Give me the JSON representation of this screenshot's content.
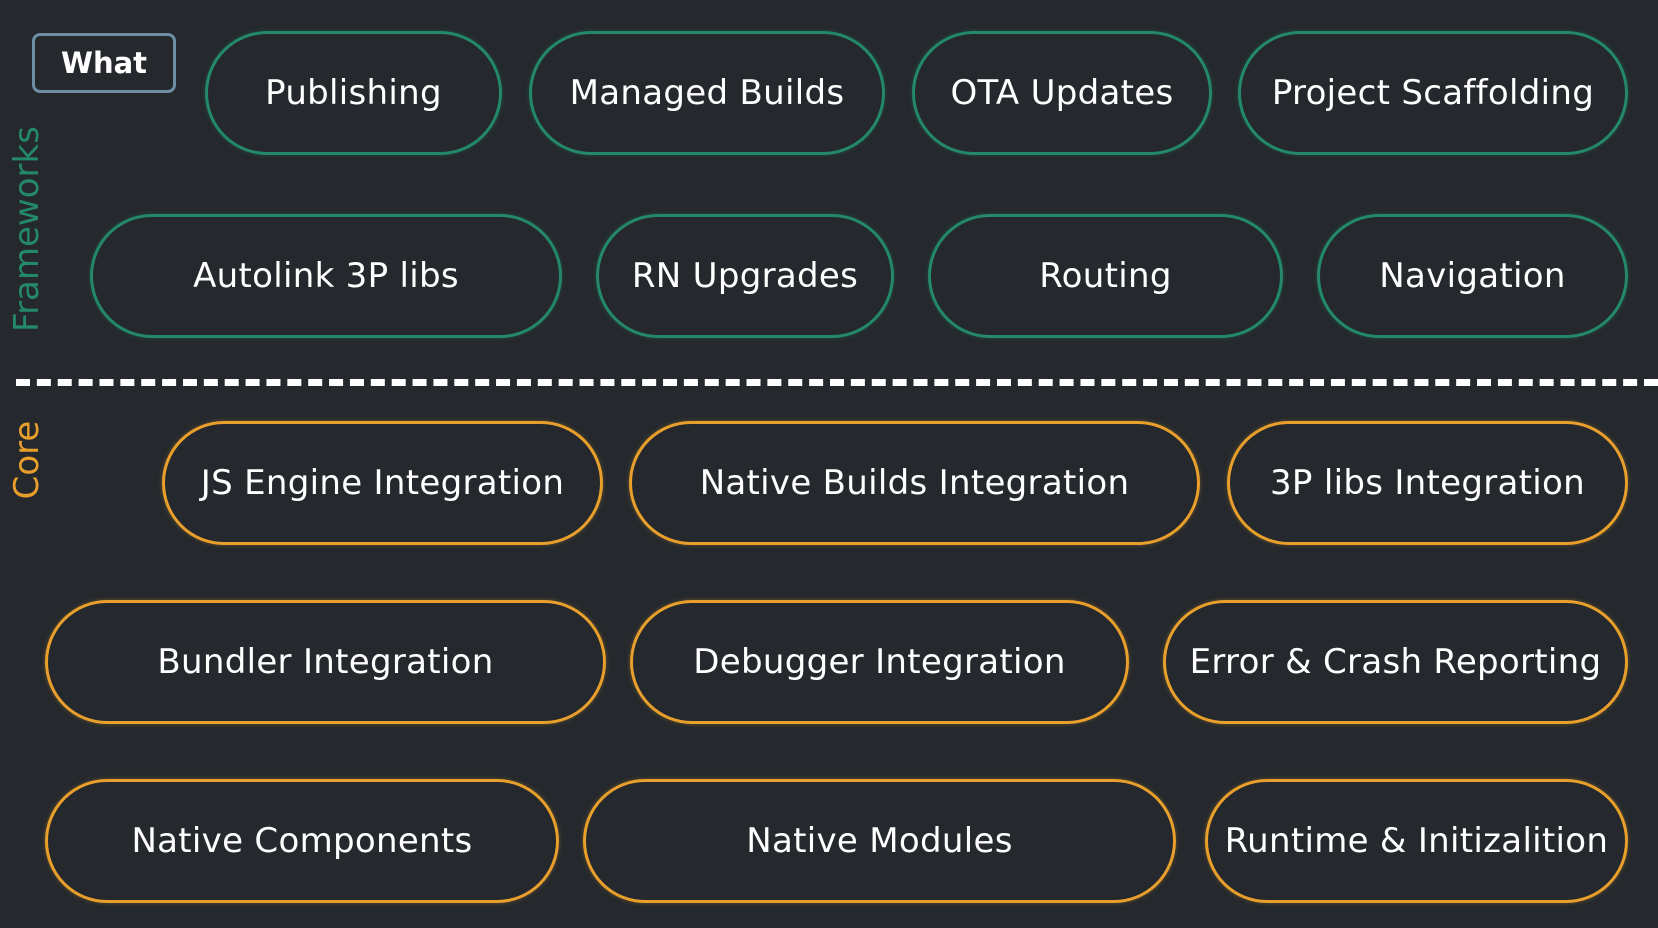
{
  "badge": {
    "label": "What"
  },
  "sections": {
    "frameworks": {
      "label": "Frameworks",
      "color": "#23896a",
      "items": [
        "Publishing",
        "Managed Builds",
        "OTA Updates",
        "Project Scaffolding",
        "Autolink 3P libs",
        "RN Upgrades",
        "Routing",
        "Navigation"
      ]
    },
    "core": {
      "label": "Core",
      "color": "#e99f2b",
      "items": [
        "JS Engine Integration",
        "Native Builds Integration",
        "3P libs Integration",
        "Bundler Integration",
        "Debugger Integration",
        "Error & Crash Reporting",
        "Native Components",
        "Native Modules",
        "Runtime & Initizalition"
      ]
    }
  }
}
